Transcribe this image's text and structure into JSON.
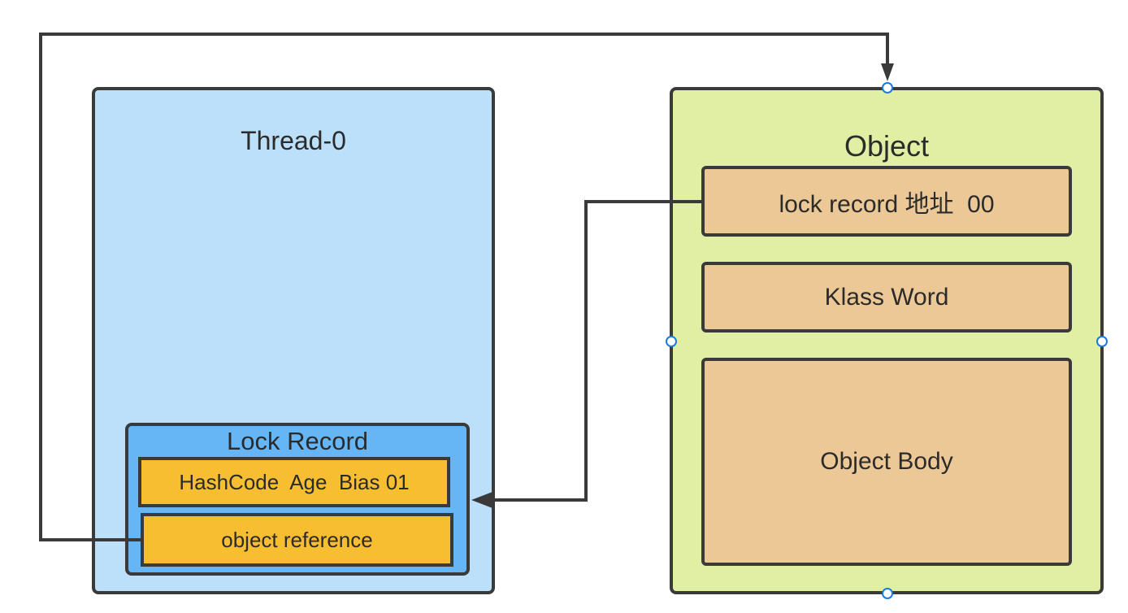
{
  "thread": {
    "title": "Thread-0",
    "lock_record": {
      "title": "Lock Record",
      "mark_word": "HashCode  Age  Bias 01",
      "object_reference": "object reference"
    }
  },
  "object": {
    "title": "Object",
    "mark_word": "lock record 地址  00",
    "klass_word": "Klass Word",
    "body": "Object Body"
  },
  "colors": {
    "thread_fill": "#bde0fa",
    "lock_record_fill": "#66b6f5",
    "yellow_cell": "#f8be32",
    "object_fill": "#e0efa3",
    "tan_cell": "#ecc896",
    "stroke": "#3a3a3a",
    "handle": "#1a7ae0"
  }
}
